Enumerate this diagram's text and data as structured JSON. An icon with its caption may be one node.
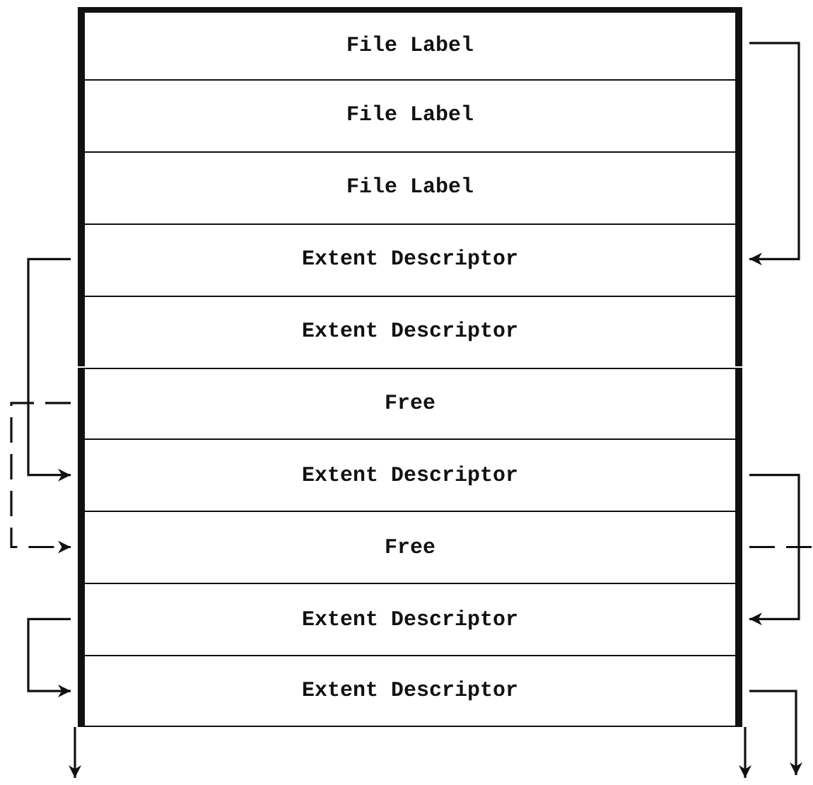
{
  "diagram": {
    "nodes": [
      {
        "text": [
          "File Label"
        ]
      },
      {
        "text": [
          "File Label"
        ]
      },
      {
        "text": [
          "File Label"
        ]
      },
      {
        "text": [
          "Extent Descriptor"
        ]
      },
      {
        "text": [
          "Extent Descriptor"
        ]
      },
      {
        "text": [
          "Free"
        ]
      },
      {
        "text": [
          "Extent Descriptor"
        ]
      },
      {
        "text": [
          "Free"
        ]
      },
      {
        "text": [
          "Extent Descriptor"
        ]
      },
      {
        "text": [
          "Extent Descriptor"
        ]
      }
    ],
    "edges": [
      {
        "from": 0,
        "to": 3,
        "arrow": "to"
      },
      {
        "from": 3,
        "to": 6,
        "arrow": "to"
      },
      {
        "from": 5,
        "to": 7,
        "arrow": "to",
        "style": "dashed"
      },
      {
        "from": 6,
        "to": 8,
        "arrow": "to"
      },
      {
        "from": 7,
        "to": null,
        "arrow": "none",
        "style": "dashed"
      },
      {
        "from": 8,
        "to": 9,
        "arrow": "to"
      },
      {
        "from": 9,
        "to": null,
        "arrow": "to"
      },
      {
        "from": 9,
        "to": null,
        "arrow": "to"
      },
      {
        "from": 9,
        "to": null,
        "arrow": "to"
      }
    ]
  }
}
